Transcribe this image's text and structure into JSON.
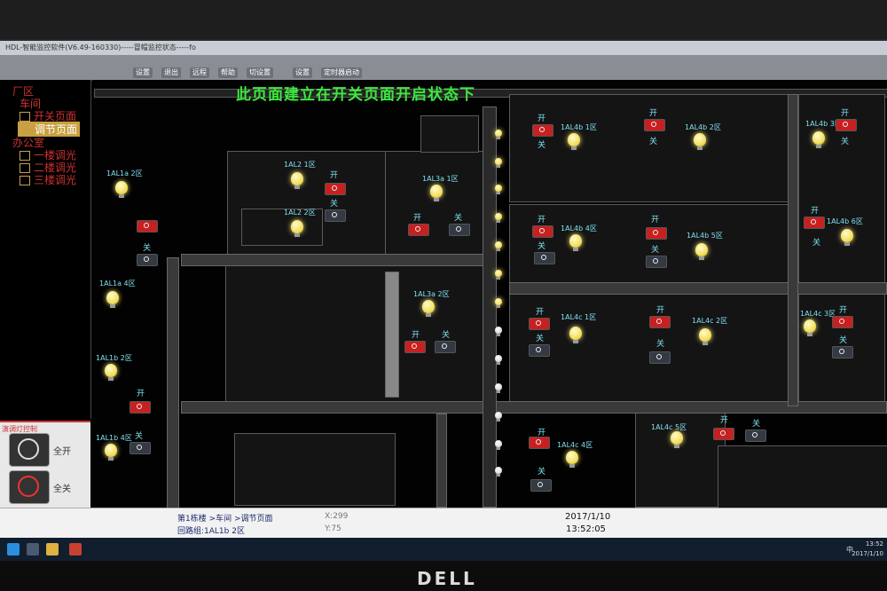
{
  "window": {
    "title": "HDL-智能监控软件(V6.49-160330)-----冒帽监控状态-----fo"
  },
  "toolbar": {
    "buttons": [
      "设置",
      "退出",
      "远程",
      "帮助",
      "切设置",
      "设置",
      "定时器启动"
    ]
  },
  "banner": "此页面建立在开关页面开启状态下",
  "sidebar": {
    "items": [
      {
        "label": "厂区"
      },
      {
        "label": "车间"
      },
      {
        "label": "开关页面"
      },
      {
        "label": "调节页面",
        "active": true
      },
      {
        "label": "办公室"
      },
      {
        "label": "一楼调光"
      },
      {
        "label": "二楼调光"
      },
      {
        "label": "三楼调光"
      }
    ]
  },
  "control": {
    "title": "演调灯控制",
    "all_on": "全开",
    "all_off": "全关"
  },
  "labels": {
    "on": "开",
    "off": "关"
  },
  "zones": [
    "1AL1a 2区",
    "1AL2 1区",
    "1AL2 2区",
    "1AL3a 1区",
    "1AL4b 1区",
    "1AL4b 2区",
    "1AL4b 3区",
    "1AL4b 4区",
    "1AL4b 5区",
    "1AL4b 6区",
    "1AL1a 4区",
    "1AL3a 2区",
    "1AL4c 1区",
    "1AL4c 2区",
    "1AL4c 3区",
    "1AL1b 2区",
    "1AL1b 4区",
    "1AL4c 4区",
    "1AL4c 5区"
  ],
  "status": {
    "breadcrumb": "第1栋楼 >车间 >调节页面",
    "loop": "回路组:1AL1b 2区",
    "coords_x": "X:299",
    "coords_y": "Y:75",
    "date": "2017/1/10",
    "time": "13:52:05"
  },
  "taskbar": {
    "time": "13:52",
    "date": "2017/1/10",
    "lang": "中"
  },
  "brand": "DELL",
  "colors": {
    "banner": "#3ee83e",
    "zone_text": "#7fe0f0",
    "switch_on": "#c82020",
    "switch_off": "#333a44",
    "bulb": "#f3e060"
  }
}
